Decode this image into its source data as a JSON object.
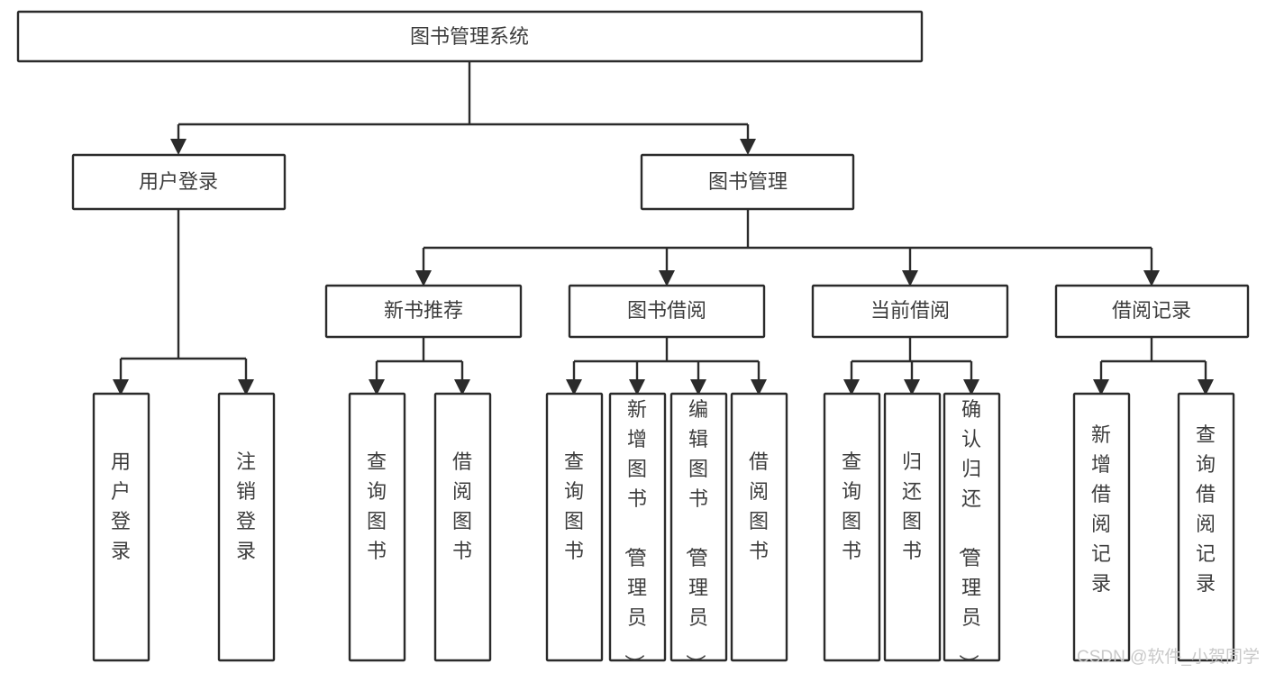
{
  "diagram": {
    "type": "tree-hierarchy",
    "root": {
      "id": "root",
      "label": "图书管理系统"
    },
    "level2": [
      {
        "id": "user-login",
        "label": "用户登录"
      },
      {
        "id": "book-manage",
        "label": "图书管理"
      }
    ],
    "level3": [
      {
        "id": "new-book-recommend",
        "label": "新书推荐",
        "parent": "book-manage"
      },
      {
        "id": "book-borrow",
        "label": "图书借阅",
        "parent": "book-manage"
      },
      {
        "id": "current-borrow",
        "label": "当前借阅",
        "parent": "book-manage"
      },
      {
        "id": "borrow-record",
        "label": "借阅记录",
        "parent": "book-manage"
      }
    ],
    "leaves": [
      {
        "id": "leaf-user-login",
        "label": "用户登录",
        "parent": "user-login"
      },
      {
        "id": "leaf-logout",
        "label": "注销登录",
        "parent": "user-login"
      },
      {
        "id": "leaf-query-book-1",
        "label": "查询图书",
        "parent": "new-book-recommend"
      },
      {
        "id": "leaf-borrow-book-1",
        "label": "借阅图书",
        "parent": "new-book-recommend"
      },
      {
        "id": "leaf-query-book-2",
        "label": "查询图书",
        "parent": "book-borrow"
      },
      {
        "id": "leaf-add-book",
        "label": "新增图书（管理员）",
        "parent": "book-borrow"
      },
      {
        "id": "leaf-edit-book",
        "label": "编辑图书（管理员）",
        "parent": "book-borrow"
      },
      {
        "id": "leaf-borrow-book-2",
        "label": "借阅图书",
        "parent": "book-borrow"
      },
      {
        "id": "leaf-query-book-3",
        "label": "查询图书",
        "parent": "current-borrow"
      },
      {
        "id": "leaf-return-book",
        "label": "归还图书",
        "parent": "current-borrow"
      },
      {
        "id": "leaf-confirm-return",
        "label": "确认归还（管理员）",
        "parent": "current-borrow"
      },
      {
        "id": "leaf-add-record",
        "label": "新增借阅记录",
        "parent": "borrow-record"
      },
      {
        "id": "leaf-query-record",
        "label": "查询借阅记录",
        "parent": "borrow-record"
      }
    ],
    "colors": {
      "box_stroke": "#2b2b2b",
      "box_fill": "#ffffff",
      "text": "#3d3d3d",
      "background": "#ffffff",
      "watermark": "#c9c9c9"
    }
  },
  "watermark": {
    "text": "CSDN @软件_小贺同学"
  }
}
